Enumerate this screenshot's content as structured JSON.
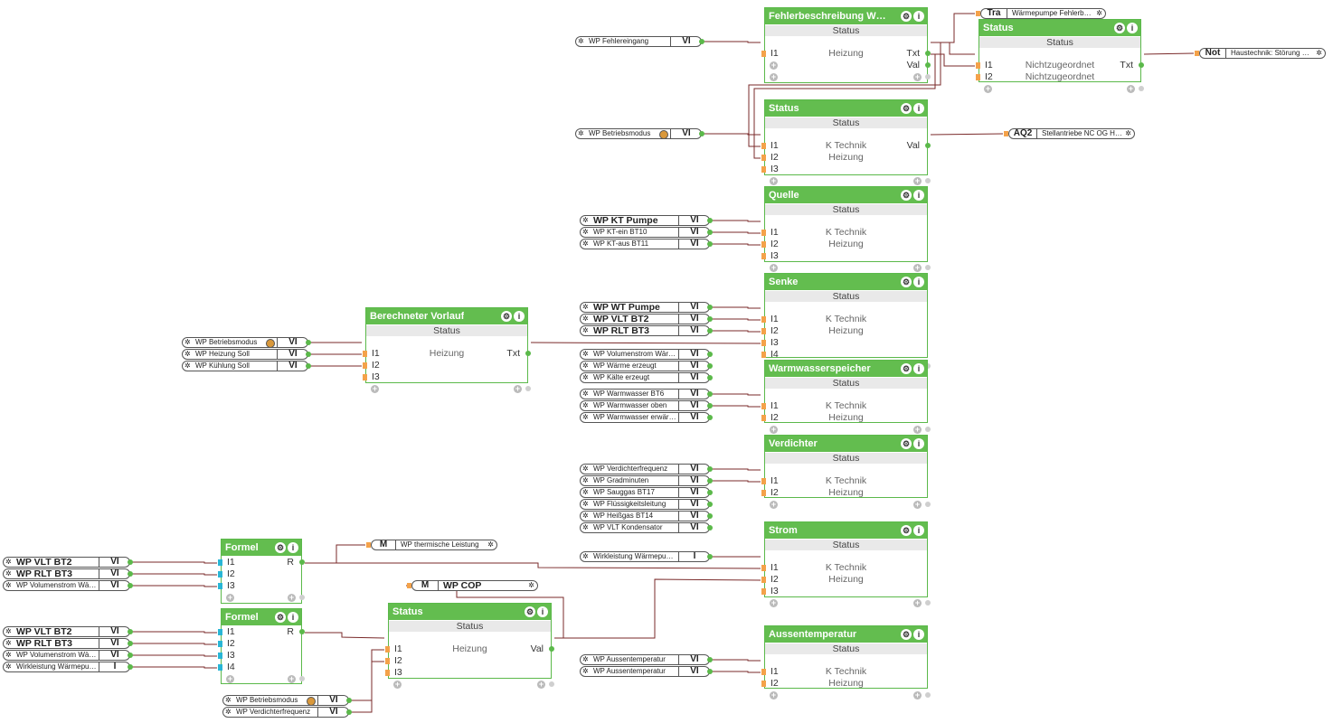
{
  "blocks": {
    "fehler": {
      "title": "Fehlerbeschreibung Wärmepumpe",
      "sub": "Status",
      "rows": [
        {
          "in": "I1",
          "mid": "Heizung",
          "out": "Txt"
        },
        {
          "in": "",
          "mid": "",
          "out": "Val"
        }
      ]
    },
    "status_top": {
      "title": "Status",
      "sub": "Status",
      "rows": [
        {
          "in": "I1",
          "mid": "Nichtzugeordnet",
          "out": "Txt"
        },
        {
          "in": "I2",
          "mid": "Nichtzugeordnet",
          "out": ""
        }
      ]
    },
    "status2": {
      "title": "Status",
      "sub": "Status",
      "rows": [
        {
          "in": "I1",
          "mid": "K Technik",
          "out": "Val"
        },
        {
          "in": "I2",
          "mid": "Heizung",
          "out": ""
        },
        {
          "in": "I3",
          "mid": "",
          "out": ""
        }
      ]
    },
    "quelle": {
      "title": "Quelle",
      "sub": "Status",
      "rows": [
        {
          "in": "I1",
          "mid": "K Technik",
          "out": ""
        },
        {
          "in": "I2",
          "mid": "Heizung",
          "out": ""
        },
        {
          "in": "I3",
          "mid": "",
          "out": ""
        }
      ]
    },
    "senke": {
      "title": "Senke",
      "sub": "Status",
      "rows": [
        {
          "in": "I1",
          "mid": "K Technik",
          "out": ""
        },
        {
          "in": "I2",
          "mid": "Heizung",
          "out": ""
        },
        {
          "in": "I3",
          "mid": "",
          "out": ""
        },
        {
          "in": "I4",
          "mid": "",
          "out": ""
        }
      ]
    },
    "warmw": {
      "title": "Warmwasserspeicher",
      "sub": "Status",
      "rows": [
        {
          "in": "I1",
          "mid": "K Technik",
          "out": ""
        },
        {
          "in": "I2",
          "mid": "Heizung",
          "out": ""
        }
      ]
    },
    "verd": {
      "title": "Verdichter",
      "sub": "Status",
      "rows": [
        {
          "in": "I1",
          "mid": "K Technik",
          "out": ""
        },
        {
          "in": "I2",
          "mid": "Heizung",
          "out": ""
        }
      ]
    },
    "strom": {
      "title": "Strom",
      "sub": "Status",
      "rows": [
        {
          "in": "I1",
          "mid": "K Technik",
          "out": ""
        },
        {
          "in": "I2",
          "mid": "Heizung",
          "out": ""
        },
        {
          "in": "I3",
          "mid": "",
          "out": ""
        }
      ]
    },
    "aussen": {
      "title": "Aussentemperatur",
      "sub": "Status",
      "rows": [
        {
          "in": "I1",
          "mid": "K Technik",
          "out": ""
        },
        {
          "in": "I2",
          "mid": "Heizung",
          "out": ""
        }
      ]
    },
    "berech": {
      "title": "Berechneter Vorlauf",
      "sub": "Status",
      "rows": [
        {
          "in": "I1",
          "mid": "Heizung",
          "out": "Txt"
        },
        {
          "in": "I2",
          "mid": "",
          "out": ""
        },
        {
          "in": "I3",
          "mid": "",
          "out": ""
        }
      ]
    },
    "formel1": {
      "title": "Formel",
      "sub": "",
      "rows": [
        {
          "in": "I1",
          "mid": "",
          "out": "R"
        },
        {
          "in": "I2",
          "mid": "",
          "out": ""
        },
        {
          "in": "I3",
          "mid": "",
          "out": ""
        }
      ]
    },
    "formel2": {
      "title": "Formel",
      "sub": "",
      "rows": [
        {
          "in": "I1",
          "mid": "",
          "out": "R"
        },
        {
          "in": "I2",
          "mid": "",
          "out": ""
        },
        {
          "in": "I3",
          "mid": "",
          "out": ""
        },
        {
          "in": "I4",
          "mid": "",
          "out": ""
        }
      ]
    },
    "status_bot": {
      "title": "Status",
      "sub": "Status",
      "rows": [
        {
          "in": "I1",
          "mid": "Heizung",
          "out": "Val"
        },
        {
          "in": "I2",
          "mid": "",
          "out": ""
        },
        {
          "in": "I3",
          "mid": "",
          "out": ""
        }
      ]
    }
  },
  "sources": {
    "s_fehl": {
      "name": "WP Fehlereingang",
      "type": "VI",
      "big": false,
      "bulb": false
    },
    "s_betr1": {
      "name": "WP Betriebsmodus",
      "type": "VI",
      "big": false,
      "bulb": true
    },
    "s_ktp": {
      "name": "WP KT Pumpe",
      "type": "VI",
      "big": true,
      "bulb": false
    },
    "s_ktein": {
      "name": "WP KT-ein BT10",
      "type": "VI",
      "big": false,
      "bulb": false
    },
    "s_ktaus": {
      "name": "WP KT-aus BT11",
      "type": "VI",
      "big": false,
      "bulb": false
    },
    "s_wtp": {
      "name": "WP WT Pumpe",
      "type": "VI",
      "big": true,
      "bulb": false
    },
    "s_vlt": {
      "name": "WP VLT BT2",
      "type": "VI",
      "big": true,
      "bulb": false
    },
    "s_rlt": {
      "name": "WP RLT BT3",
      "type": "VI",
      "big": true,
      "bulb": false
    },
    "s_vol": {
      "name": "WP Volumenstrom Wärmequelle",
      "type": "VI",
      "big": false,
      "bulb": false
    },
    "s_wae": {
      "name": "WP Wärme erzeugt",
      "type": "VI",
      "big": false,
      "bulb": false
    },
    "s_kae": {
      "name": "WP Kälte erzeugt",
      "type": "VI",
      "big": false,
      "bulb": false
    },
    "s_ww1": {
      "name": "WP Warmwasser BT6",
      "type": "VI",
      "big": false,
      "bulb": false
    },
    "s_ww2": {
      "name": "WP Warmwasser oben",
      "type": "VI",
      "big": false,
      "bulb": false
    },
    "s_ww3": {
      "name": "WP Warmwasser erwärmt",
      "type": "VI",
      "big": false,
      "bulb": false
    },
    "s_vf": {
      "name": "WP Verdichterfrequenz",
      "type": "VI",
      "big": false,
      "bulb": false
    },
    "s_gm": {
      "name": "WP Gradminuten",
      "type": "VI",
      "big": false,
      "bulb": false
    },
    "s_sg": {
      "name": "WP Sauggas BT17",
      "type": "VI",
      "big": false,
      "bulb": false
    },
    "s_fl": {
      "name": "WP Flüssigkeitsleitung",
      "type": "VI",
      "big": false,
      "bulb": false
    },
    "s_hg": {
      "name": "WP Heißgas BT14",
      "type": "VI",
      "big": false,
      "bulb": false
    },
    "s_vk": {
      "name": "WP VLT Kondensator",
      "type": "VI",
      "big": false,
      "bulb": false
    },
    "s_wl": {
      "name": "Wirkleistung Wärmepumpe",
      "type": "I",
      "big": false,
      "bulb": false
    },
    "s_at1": {
      "name": "WP Aussentemperatur",
      "type": "VI",
      "big": false,
      "bulb": false
    },
    "s_at2": {
      "name": "WP Aussentemperatur",
      "type": "VI",
      "big": false,
      "bulb": false
    },
    "s_betr2": {
      "name": "WP Betriebsmodus",
      "type": "VI",
      "big": false,
      "bulb": true
    },
    "s_hs": {
      "name": "WP Heizung Soll",
      "type": "VI",
      "big": false,
      "bulb": false
    },
    "s_ks": {
      "name": "WP Kühlung Soll",
      "type": "VI",
      "big": false,
      "bulb": false
    },
    "s_f1a": {
      "name": "WP VLT BT2",
      "type": "VI",
      "big": true,
      "bulb": false
    },
    "s_f1b": {
      "name": "WP RLT BT3",
      "type": "VI",
      "big": true,
      "bulb": false
    },
    "s_f1c": {
      "name": "WP Volumenstrom Wärmequelle",
      "type": "VI",
      "big": false,
      "bulb": false
    },
    "s_f2a": {
      "name": "WP VLT BT2",
      "type": "VI",
      "big": true,
      "bulb": false
    },
    "s_f2b": {
      "name": "WP RLT BT3",
      "type": "VI",
      "big": true,
      "bulb": false
    },
    "s_f2c": {
      "name": "WP Volumenstrom Wärmequelle",
      "type": "VI",
      "big": false,
      "bulb": false
    },
    "s_f2d": {
      "name": "Wirkleistung Wärmepumpe",
      "type": "I",
      "big": false,
      "bulb": false
    },
    "s_betr3": {
      "name": "WP Betriebsmodus",
      "type": "VI",
      "big": false,
      "bulb": true
    },
    "s_vf2": {
      "name": "WP Verdichterfrequenz",
      "type": "VI",
      "big": false,
      "bulb": false
    }
  },
  "targets": {
    "t_tra": {
      "type": "Tra",
      "name": "Wärmepumpe Fehlerbeschreibung",
      "big": false
    },
    "t_not": {
      "type": "Not",
      "name": "Haustechnik: Störung Wärmepumpe",
      "big": false
    },
    "t_aq2": {
      "type": "AQ2",
      "name": "Stellantriebe NC OG Heizung",
      "big": false
    },
    "t_mth": {
      "type": "M",
      "name": "WP thermische Leistung",
      "big": false
    },
    "t_cop": {
      "type": "M",
      "name": "WP COP",
      "big": true
    }
  },
  "colors": {
    "block": "#63bd4f",
    "wire": "#7a2a2a",
    "input_port": "#f4a24a",
    "output_port": "#5bb94a"
  }
}
